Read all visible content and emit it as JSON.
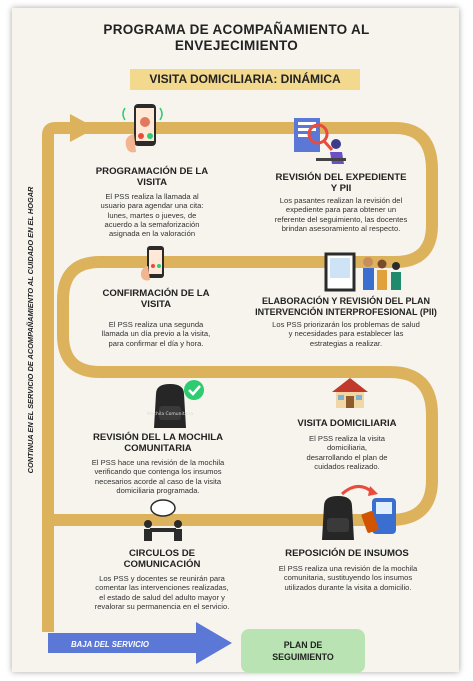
{
  "header": {
    "title_line1": "PROGRAMA DE ACOMPAÑAMIENTO AL",
    "title_line2": "ENVEJECIMIENTO",
    "subtitle": "VISITA DOMICILIARIA: DINÁMICA"
  },
  "side_text": "CONTINUA EN EL SERVICIO DE ACOMPAÑAMIENTO AL CUIDADO EN EL HOGAR",
  "steps": {
    "programacion": {
      "title1": "PROGRAMACIÓN DE LA",
      "title2": "VISITA",
      "lines": [
        "El PSS realiza la llamada al",
        "usuario para agendar una cita:",
        "lunes, martes o jueves, de",
        "acuerdo a la semaforización",
        "asignada en la valoración"
      ]
    },
    "revision_expediente": {
      "title1": "REVISIÓN DEL EXPEDIENTE",
      "title2": "Y PII",
      "lines": [
        "Los pasantes realizan la revisión del",
        "expediente para para obtener un",
        "referente del seguimiento, las docentes",
        "brindan asesoramiento al respecto."
      ]
    },
    "confirmacion": {
      "title1": "CONFIRMACIÓN DE LA",
      "title2": "VISITA",
      "lines": [
        "El PSS realiza una segunda",
        "llamada un día previo a la visita,",
        "para confirmar el día y hora."
      ]
    },
    "elaboracion": {
      "title1": "ELABORACIÓN Y REVISIÓN DEL PLAN",
      "title2": "INTERVENCIÓN INTERPROFESIONAL (PII)",
      "lines": [
        "Los PSS priorizarán los problemas de salud",
        "y necesidades para establecer las",
        "estrategias a realizar."
      ]
    },
    "mochila": {
      "title1": "REVISIÓN DEL LA MOCHILA",
      "title2": "COMUNITARIA",
      "lines": [
        "El PSS hace una revisión de la mochila",
        "verificando que contenga los insumos",
        "necesarios acorde al caso de la visita",
        "domiciliaria programada."
      ]
    },
    "visita": {
      "title1": "VISITA DOMICILIARIA",
      "lines": [
        "El PSS realiza la visita",
        "domiciliaria,",
        "desarrollando el plan de",
        "cuidados realizado."
      ]
    },
    "circulos": {
      "title1": "CIRCULOS DE",
      "title2": "COMUNICACIÓN",
      "lines": [
        "Los PSS y docentes se reunirán para",
        "comentar las intervenciones realizadas,",
        "el estado de salud del adulto mayor y",
        "revalorar su permanencia en el servicio."
      ]
    },
    "reposicion": {
      "title1": "REPOSICIÓN DE INSUMOS",
      "lines": [
        "El PSS realiza una revisión de la mochila",
        "comunitaria, sustituyendo los insumos",
        "utilizados durante la visita a domicilio."
      ]
    }
  },
  "baja": "BAJA DEL SERVICIO",
  "plan": {
    "line1": "PLAN DE",
    "line2": "SEGUIMIENTO"
  },
  "icon_labels": {
    "bag_text": "Mochila Comunitaria"
  },
  "colors": {
    "path": "#dcb25c",
    "arrow": "#5b78d6",
    "highlight": "#f3d98d",
    "plan": "#b9e3b3",
    "background": "#f7f4ee"
  }
}
